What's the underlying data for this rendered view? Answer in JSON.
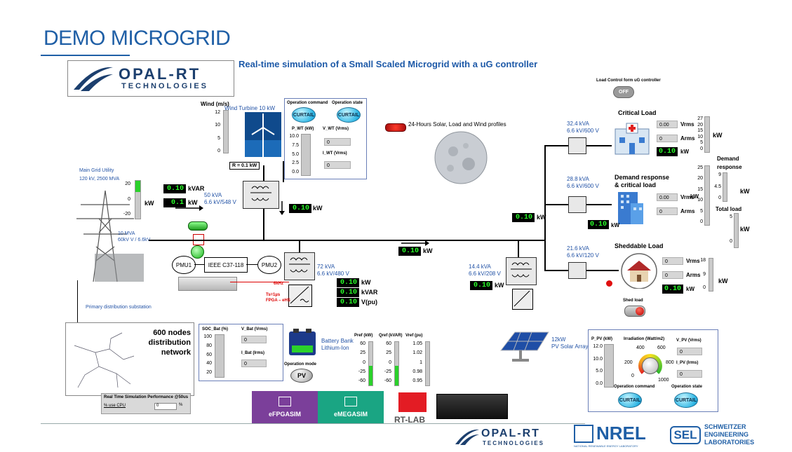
{
  "header": {
    "title": "DEMO MICROGRID",
    "subtitle": "Real-time simulation of a Small Scaled Microgrid with a uG controller"
  },
  "logos": {
    "opal_top_name": "OPAL-RT",
    "opal_top_sub": "TECHNOLOGIES",
    "opal_bottom_name": "OPAL-RT",
    "opal_bottom_sub": "TECHNOLOGIES",
    "nrel_name": "NREL",
    "nrel_sub": "NATIONAL RENEWABLE ENERGY LABORATORY",
    "sel_name": "SEL",
    "sel_line1": "SCHWEITZER",
    "sel_line2": "ENGINEERING",
    "sel_line3": "LABORATORIES",
    "efpgasim": "eFPGASIM",
    "emegasim": "eMEGASIM",
    "rtlab": "RT-LAB"
  },
  "wind": {
    "axis_label": "Wind (m/s)",
    "ticks": [
      "12",
      "10",
      "5",
      "0"
    ],
    "turbine_label": "Wind Turbine 10 kW",
    "r_label": "R = 0.1 kW",
    "panel": {
      "op_command_label": "Operation command",
      "op_state_label": "Operation state",
      "op_command_btn": "CURTAIL",
      "op_state_btn": "CURTAIL",
      "pwt_label": "P_WT (kW)",
      "pwt_ticks": [
        "10.0",
        "7.5",
        "5.0",
        "2.5",
        "0.0"
      ],
      "vwt_label": "V_WT (Vrms)",
      "vwt_value": "0",
      "iwt_label": "I_WT (Vrms)",
      "iwt_value": "0"
    }
  },
  "profile_toggle_label": "24-Hours Solar, Load and Wind profiles",
  "grid": {
    "label1": "Main Grid Utility",
    "label2": "120 kV, 2500 MVA",
    "bar_ticks": [
      "20",
      "0",
      "-20"
    ],
    "bar_fill": 0.3,
    "bar_unit": "kW",
    "kvar_value": "0.10",
    "kvar_unit": "kVAR",
    "kw_value": "0.1",
    "kw_unit": "kW",
    "xfmr_label1": "10 MVA",
    "xfmr_label2": "60kV V / 6.6kV",
    "substation_label": "Primary distribution substation"
  },
  "xfmr_wt": {
    "label1": "50 kVA",
    "label2": "6.6 kV/548 V",
    "kw_value": "0.10",
    "kw_unit": "kW"
  },
  "pmu": {
    "pmu1": "PMU1",
    "pmu2": "PMU2",
    "protocol": "IEEE C37-118"
  },
  "xfmr_batt": {
    "label1": "72 kVA",
    "label2": "6.6 kV/480 V",
    "kw_value": "0.10",
    "kw_unit": "kW",
    "kvar_value": "0.10",
    "kvar_unit": "kVAR",
    "v_value": "0.10",
    "v_unit": "V(pu)",
    "fpga_label1": "Ts=1µs",
    "fpga_label2": "FPGA – eHS",
    "freq_label": "6kHz"
  },
  "bus_meter": {
    "value": "0.10",
    "unit": "kW"
  },
  "feeder_meter": {
    "value": "0.10",
    "unit": "kW"
  },
  "battery": {
    "soc_label": "SOC_Bat (%)",
    "soc_ticks": [
      "100",
      "80",
      "60",
      "40",
      "20"
    ],
    "vbat_label": "V_Bat (Vrms)",
    "vbat_value": "0",
    "ibat_label": "I_Bat (Irms)",
    "ibat_value": "0",
    "bank_label1": "Battery Bank",
    "bank_label2": "Lithium-Ion",
    "op_mode_label": "Operation mode",
    "op_mode_btn": "PV",
    "pref_label": "Pref (kW)",
    "pref_ticks": [
      "60",
      "25",
      "0",
      "-25",
      "-60"
    ],
    "pref_fill": 0.45,
    "qref_label": "Qref (kVAR)",
    "qref_ticks": [
      "60",
      "25",
      "0",
      "-25",
      "-60"
    ],
    "qref_fill": 0.45,
    "vref_label": "Vref (pu)",
    "vref_ticks": [
      "1.05",
      "1.02",
      "1",
      "0.98",
      "0.95"
    ]
  },
  "nodes": {
    "line1": "600 nodes",
    "line2": "distribution",
    "line3": "network"
  },
  "perf": {
    "title": "Real Time Simulation Performance @50us",
    "cpu_label": "% use CPU",
    "cpu_value": "0",
    "cpu_unit": "%"
  },
  "pv": {
    "xfmr_label1": "14.4 kVA",
    "xfmr_label2": "6.6 kV/208 V",
    "kw_value": "0.10",
    "kw_unit": "kW",
    "array_label1": "12kW",
    "array_label2": "PV Solar Array",
    "panel": {
      "ppv_label": "P_PV (kW)",
      "ppv_ticks": [
        "12.0",
        "10.0",
        "5.0",
        "0.0"
      ],
      "irr_label": "Irradiation (Watt/m2)",
      "irr_ticks": [
        "400",
        "600",
        "200",
        "800",
        "0",
        "1000"
      ],
      "irr_value": 0,
      "vpv_label": "V_PV (Vrms)",
      "vpv_value": "0",
      "ipv_label": "I_PV (Irms)",
      "ipv_value": "0",
      "op_command_label": "Operation command",
      "op_state_label": "Operation state",
      "op_command_btn": "CURTAIL",
      "op_state_btn": "CURTAIL"
    }
  },
  "load_control": {
    "label": "Load Control form uG controller",
    "btn": "OFF"
  },
  "feeder_right_meter": {
    "value": "0.10",
    "unit": "kW"
  },
  "critical": {
    "title": "Critical Load",
    "xfmr_label1": "32.4 kVA",
    "xfmr_label2": "6.6 kV/600 V",
    "vrms_value": "0.00",
    "vrms_unit": "Vrms",
    "arms_value": "0",
    "arms_unit": "Arms",
    "kw_value": "0.10",
    "kw_unit": "kW",
    "bar_ticks": [
      "27",
      "20",
      "15",
      "10",
      "5",
      "0"
    ],
    "bar_unit": "kW"
  },
  "demand": {
    "title1": "Demand response",
    "title2": "& critical load",
    "xfmr_label1": "28.8 kVA",
    "xfmr_label2": "6.6 kV/600 V",
    "vrms_value": "0.00",
    "vrms_unit": "Vrms",
    "arms_value": "0",
    "arms_unit": "Arms",
    "kw_value": "0.10",
    "kw_unit": "kW",
    "bar_ticks": [
      "25",
      "20",
      "15",
      "10",
      "5",
      "0"
    ],
    "bar_unit": "kW",
    "dr_label1": "Demand",
    "dr_label2": "response",
    "dr_ticks": [
      "9",
      "4.5",
      "0"
    ],
    "dr_unit": "kW",
    "total_label": "Total load",
    "total_ticks": [
      "5",
      "0"
    ],
    "total_unit": "kW"
  },
  "sheddable": {
    "title": "Sheddable Load",
    "xfmr_label1": "21.6 kVA",
    "xfmr_label2": "6.6 kV/120 V",
    "vrms_value": "0",
    "vrms_unit": "Vrms",
    "arms_value": "0",
    "arms_unit": "Arms",
    "kw_value": "0.10",
    "kw_unit": "kW",
    "bar_ticks": [
      "18",
      "9",
      "0"
    ],
    "bar_unit": "kW",
    "shed_label": "Shed load"
  }
}
